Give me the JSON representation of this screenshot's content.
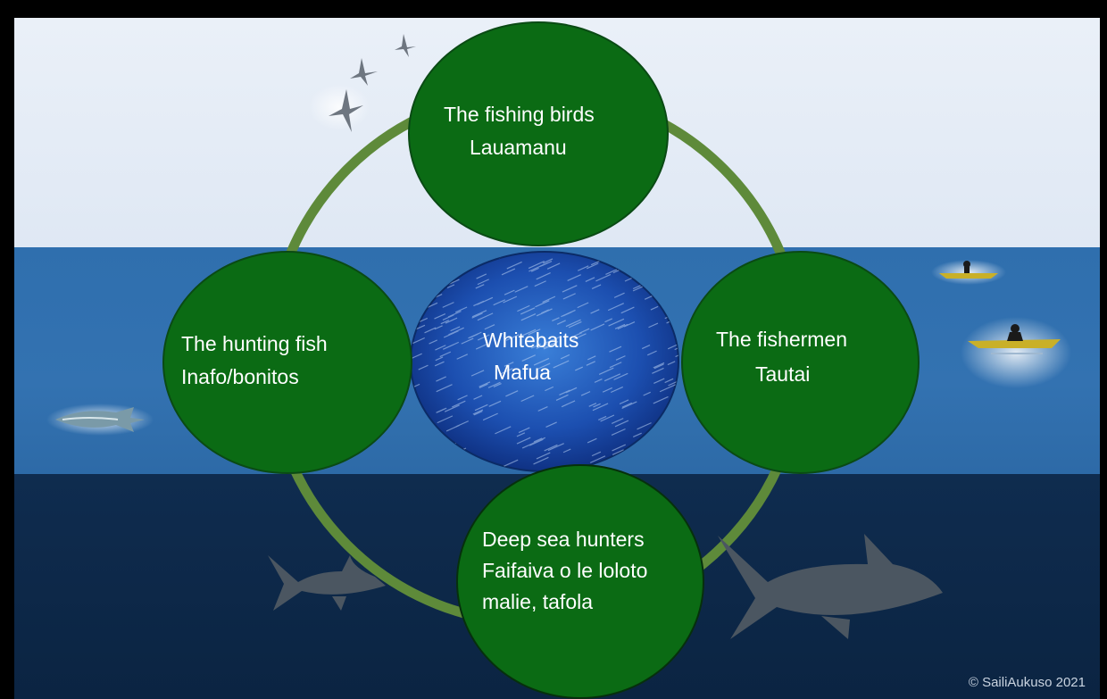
{
  "nodes": {
    "top": {
      "line1": "The fishing birds",
      "line2": "Lauamanu"
    },
    "left": {
      "line1": "The hunting fish",
      "line2": "Inafo/bonitos"
    },
    "center": {
      "line1": "Whitebaits",
      "line2": "Mafua"
    },
    "right": {
      "line1": "The fishermen",
      "line2": "Tautai"
    },
    "bottom": {
      "line1": "Deep sea hunters",
      "line2": "Faifaiva o le loloto",
      "line3": "malie, tafola"
    }
  },
  "copyright": "© SailiAukuso 2021",
  "colors": {
    "node_green": "#0b6b14",
    "ring_green": "#5e8a3a",
    "sky": "#e6eef7",
    "water": "#3272b0",
    "deep": "#0d2848"
  },
  "icons": [
    "bird-icon",
    "tuna-icon",
    "kayak-icon",
    "shark-icon",
    "fish-school-icon"
  ]
}
